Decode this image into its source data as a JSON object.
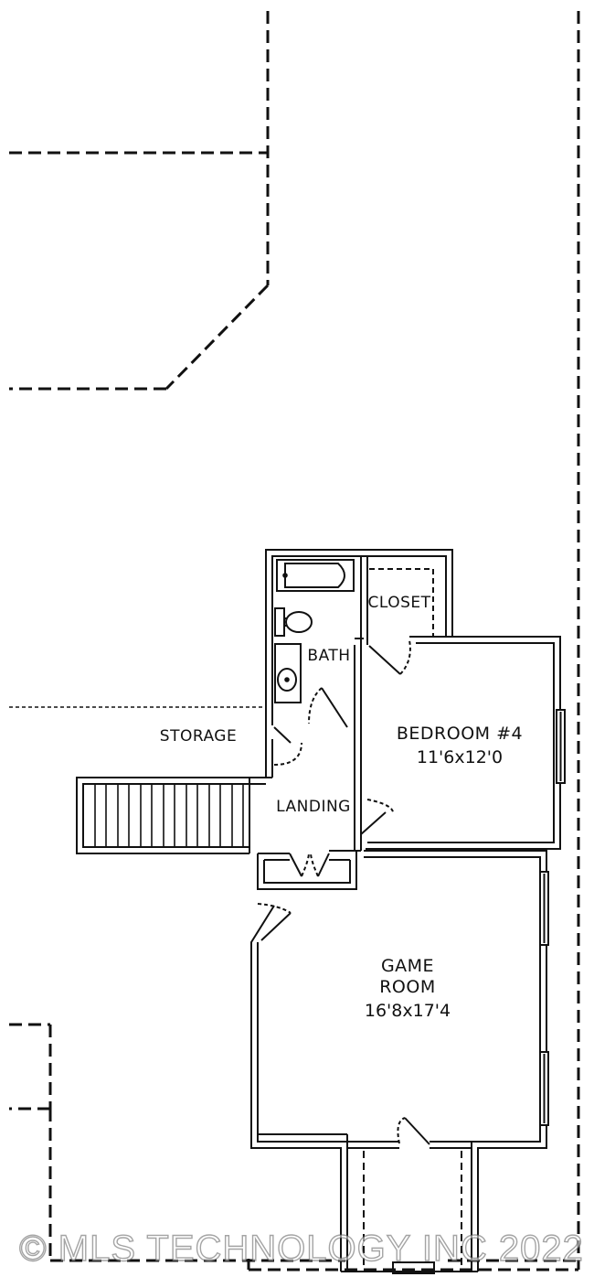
{
  "rooms": {
    "closet": {
      "label": "CLOSET"
    },
    "bath": {
      "label": "BATH"
    },
    "storage": {
      "label": "STORAGE"
    },
    "landing": {
      "label": "LANDING"
    },
    "bedroom4": {
      "label": "BEDROOM #4",
      "dimensions": "11'6x12'0"
    },
    "game_room": {
      "label_line1": "GAME",
      "label_line2": "ROOM",
      "dimensions": "16'8x17'4"
    }
  },
  "watermark": {
    "text": "© MLS TECHNOLOGY INC 2022"
  },
  "colors": {
    "ink": "#111111",
    "background": "#ffffff"
  }
}
